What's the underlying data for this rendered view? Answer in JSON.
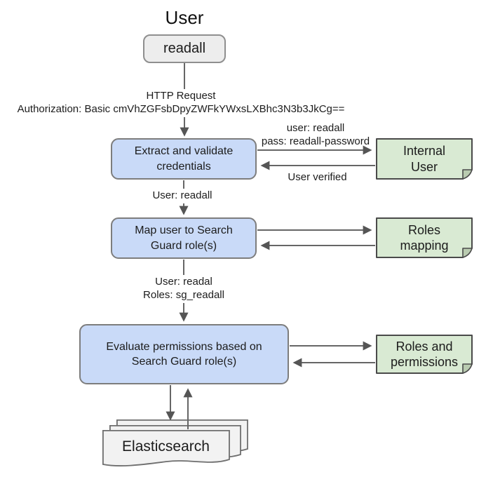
{
  "diagram_title": "User",
  "nodes": {
    "user_terminal": {
      "label": "readall"
    },
    "extract": {
      "label": "Extract and validate credentials"
    },
    "map_roles": {
      "label": "Map user to Search Guard role(s)"
    },
    "evaluate": {
      "label": "Evaluate permissions based on Search Guard role(s)"
    },
    "elasticsearch": {
      "label": "Elasticsearch"
    }
  },
  "notes": {
    "internal_user": {
      "lines": [
        "Internal",
        "User"
      ]
    },
    "roles_mapping": {
      "lines": [
        "Roles",
        "mapping"
      ]
    },
    "roles_permissions": {
      "lines": [
        "Roles and",
        "permissions"
      ]
    }
  },
  "edge_labels": {
    "http_request": "HTTP Request",
    "authorization": "Authorization: Basic cmVhZGFsbDpyZWFkYWxsLXBhc3N3b3JkCg==",
    "cred_user": "user: readall",
    "cred_pass": "pass: readall-password",
    "user_verified": "User verified",
    "after_auth": "User: readall",
    "after_map_user": "User: readal",
    "after_map_roles": "Roles: sg_readall"
  },
  "colors": {
    "background": "#ffffff",
    "process_fill": "#c9daf8",
    "process_border": "#7d7d7d",
    "terminal_fill": "#ededed",
    "terminal_border": "#8f8f8f",
    "note_fill": "#d9ead3",
    "note_border": "#4a4a4a",
    "note_fold_fill": "#b9cbb0",
    "document_fill": "#f2f2f2",
    "document_border": "#6e6e6e",
    "connector": "#666666",
    "arrowhead": "#555555",
    "text": "#1c1c1c"
  }
}
